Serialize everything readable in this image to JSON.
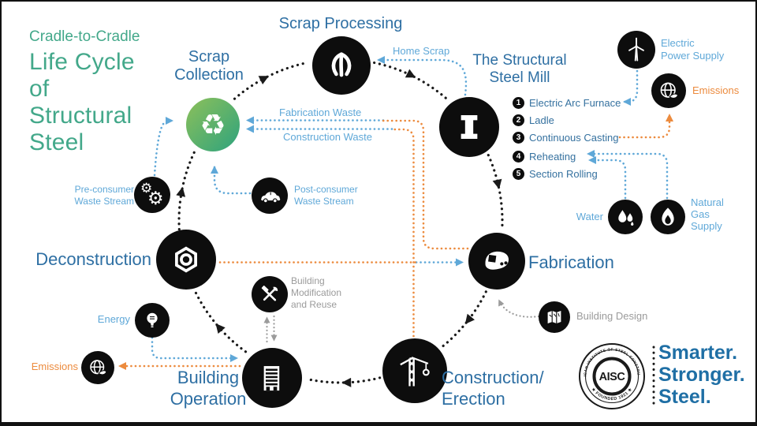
{
  "title": {
    "eyebrow": "Cradle-to-Cradle",
    "main": "Life Cycle\nof\nStructural\nSteel"
  },
  "cycle_labels": {
    "scrap_collection": "Scrap\nCollection",
    "scrap_processing": "Scrap Processing",
    "steel_mill": "The Structural\nSteel Mill",
    "fabrication": "Fabrication",
    "construction_erection": "Construction/\nErection",
    "building_operation": "Building\nOperation",
    "deconstruction": "Deconstruction"
  },
  "mill_steps": [
    {
      "num": "1",
      "label": "Electric Arc Furnace"
    },
    {
      "num": "2",
      "label": "Ladle"
    },
    {
      "num": "3",
      "label": "Continuous Casting"
    },
    {
      "num": "4",
      "label": "Reheating"
    },
    {
      "num": "5",
      "label": "Section Rolling"
    }
  ],
  "flow_labels": {
    "home_scrap": "Home Scrap",
    "fabrication_waste": "Fabrication Waste",
    "construction_waste": "Construction Waste"
  },
  "satellite_labels": {
    "pre_consumer": "Pre-consumer\nWaste Stream",
    "post_consumer": "Post-consumer\nWaste Stream",
    "electric_power": "Electric\nPower Supply",
    "emissions_top": "Emissions",
    "water": "Water",
    "natural_gas": "Natural\nGas\nSupply",
    "building_design": "Building Design",
    "building_modification": "Building\nModification\nand Reuse",
    "energy": "Energy",
    "emissions_bottom": "Emissions"
  },
  "branding": {
    "seal_arc_top": "AMERICAN INSTITUTE OF STEEL CONSTRUCTION",
    "seal_arc_bottom": "★ FOUNDED 1921 ★",
    "seal_monogram": "AISC",
    "slogan": [
      "Smarter.",
      "Stronger.",
      "Steel."
    ]
  },
  "icon_names": {
    "scrap_collection": "recycle-icon",
    "scrap_processing": "grapple-claw-icon",
    "steel_mill": "i-beam-icon",
    "fabrication": "welding-helmet-icon",
    "construction_erection": "tower-crane-icon",
    "building_operation": "building-icon",
    "deconstruction": "hex-nut-icon",
    "pre_consumer": "gears-icon",
    "post_consumer": "car-icon",
    "electric_power": "wind-turbine-icon",
    "emissions": "globe-leaf-icon",
    "water": "water-drops-icon",
    "natural_gas": "flame-icon",
    "building_design": "map-icon",
    "building_modification": "hammer-wrench-icon",
    "energy": "light-bulb-icon"
  },
  "colors": {
    "title_green": "#43A88A",
    "label_blue": "#2E6FA3",
    "light_blue": "#5FA8D8",
    "orange": "#EC8B3E",
    "gray": "#9B9B9B",
    "slogan_blue": "#1F6FA5",
    "node_black": "#0D0D0D",
    "scrap_gradient_start": "#8DC05A",
    "scrap_gradient_end": "#2EA37D"
  }
}
